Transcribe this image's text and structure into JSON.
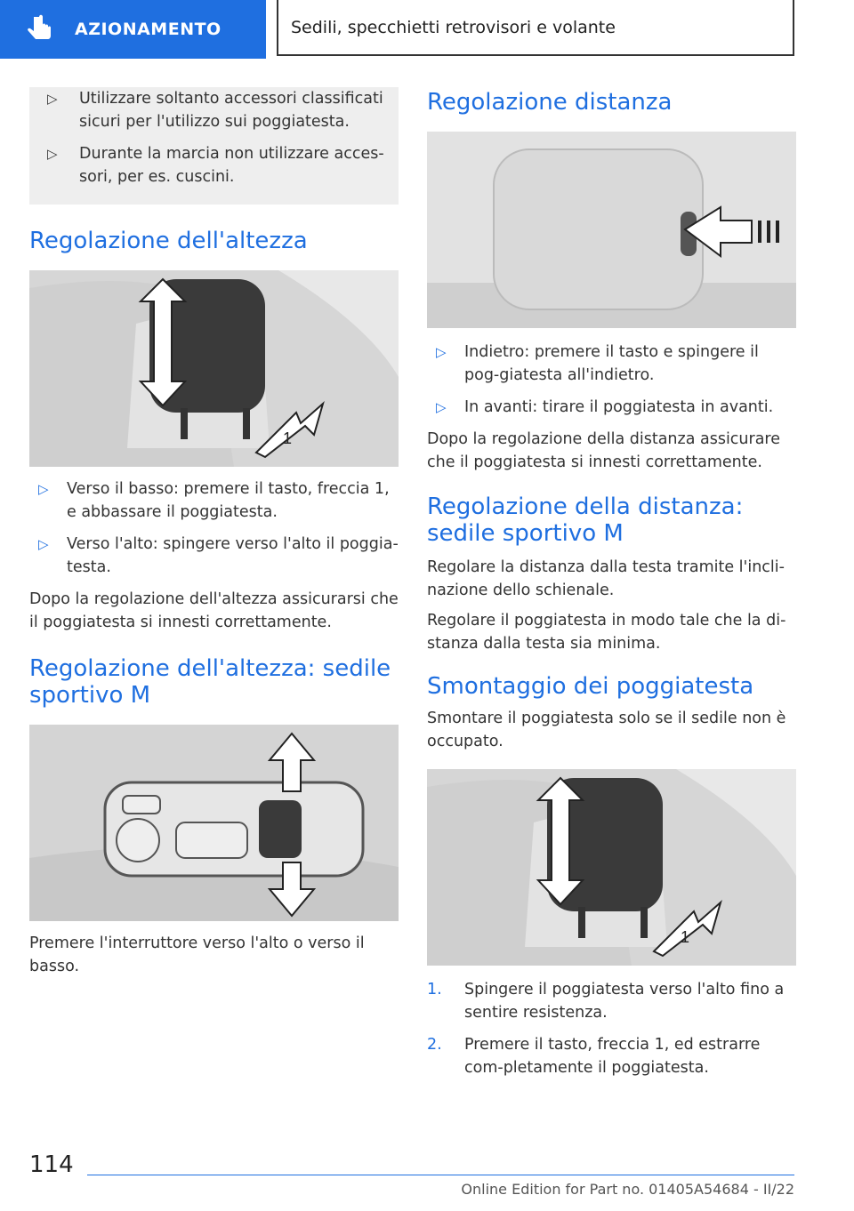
{
  "header": {
    "section": "AZIONAMENTO",
    "chapter": "Sedili, specchietti retrovisori e volante"
  },
  "left": {
    "notes": [
      "Utilizzare soltanto accessori classificati sicuri per l'utilizzo sui poggiatesta.",
      "Durante la marcia non utilizzare acces-sori, per es. cuscini."
    ],
    "heading_height": "Regolazione dell'altezza",
    "height_steps": [
      "Verso il basso: premere il tasto, freccia 1, e abbassare il poggiatesta.",
      "Verso l'alto: spingere verso l'alto il poggia-testa."
    ],
    "height_after": "Dopo la regolazione dell'altezza assicurarsi che il poggiatesta si innesti correttamente.",
    "heading_sport": "Regolazione dell'altezza: sedile sportivo M",
    "sport_text": "Premere l'interruttore verso l'alto o verso il basso."
  },
  "right": {
    "heading_distance": "Regolazione distanza",
    "distance_steps": [
      "Indietro: premere il tasto e spingere il pog-giatesta all'indietro.",
      "In avanti: tirare il poggiatesta in avanti."
    ],
    "distance_after": "Dopo la regolazione della distanza assicurare che il poggiatesta si innesti correttamente.",
    "heading_distance_sport": "Regolazione della distanza: sedile sportivo M",
    "distance_sport_p1": "Regolare la distanza dalla testa tramite l'incli-nazione dello schienale.",
    "distance_sport_p2": "Regolare il poggiatesta in modo tale che la di-stanza dalla testa sia minima.",
    "heading_removal": "Smontaggio dei poggiatesta",
    "removal_text": "Smontare il poggiatesta solo se il sedile non è occupato.",
    "removal_steps": [
      {
        "num": "1.",
        "text": "Spingere il poggiatesta verso l'alto fino a sentire resistenza."
      },
      {
        "num": "2.",
        "text": "Premere il tasto, freccia 1, ed estrarre com-pletamente il poggiatesta."
      }
    ]
  },
  "figure_labels": {
    "arrow_number": "1"
  },
  "footer": {
    "page_number": "114",
    "edition": "Online Edition for Part no. 01405A54684 - II/22"
  },
  "colors": {
    "accent": "#1f6fe0"
  },
  "icons": {
    "section": "hand-pointer-icon",
    "bullet": "triangle-right-icon"
  }
}
